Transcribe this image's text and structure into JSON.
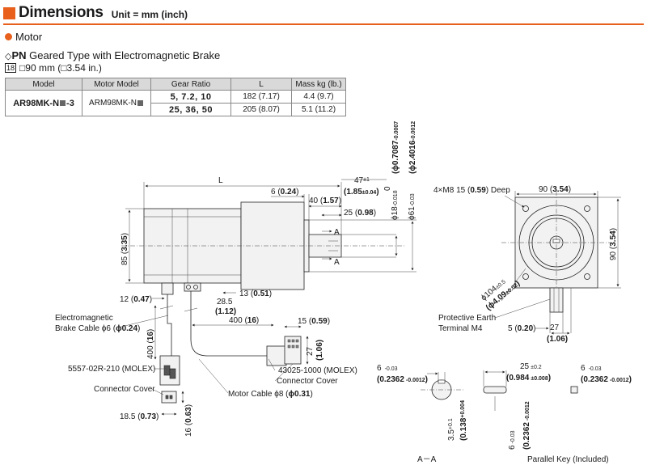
{
  "header": {
    "title": "Dimensions",
    "unit": "Unit = mm (inch)"
  },
  "section": {
    "label": "Motor"
  },
  "subtitle": {
    "prefix": "◇",
    "code": "PN",
    "text": " Geared Type with Electromagnetic Brake"
  },
  "frame": {
    "badge": "18",
    "size": "□90 mm (□3.54 in.)"
  },
  "table": {
    "headers": [
      "Model",
      "Motor Model",
      "Gear Ratio",
      "L",
      "Mass kg (lb.)"
    ],
    "model_a": "AR98MK-N",
    "model_b": "-3",
    "motor_model": "ARM98MK-N",
    "rows": [
      {
        "ratio": "5, 7.2, 10",
        "L": "182 (7.17)",
        "mass": "4.4 (9.7)"
      },
      {
        "ratio": "25, 36, 50",
        "L": "205 (8.07)",
        "mass": "5.1 (11.2)"
      }
    ]
  },
  "dims": {
    "L": "L",
    "d47": "47",
    "d47tol": "±1",
    "d47in": "(1.85",
    "d47intol": "±0.04",
    "d47close": ")",
    "d6": "6 (",
    "d6b": "0.24",
    "d6c": ")",
    "d40": "40 (",
    "d40b": "1.57",
    "d40c": ")",
    "d25": "25 (",
    "d25b": "0.98",
    "d25c": ")",
    "d85": "85 (",
    "d85b": "3.35",
    "d85c": ")",
    "d12": "12 (",
    "d12b": "0.47",
    "d12c": ")",
    "d13": "13 (",
    "d13b": "0.51",
    "d13c": ")",
    "d285": "28.5",
    "d112": "(1.12)",
    "d400a": "400 (",
    "d400ab": "16",
    "d400ac": ")",
    "d400b": "400 (",
    "d400bb": "16",
    "d400bc": ")",
    "d15": "15 (",
    "d15b": "0.59",
    "d15c": ")",
    "d27": "27",
    "d27b": "(1.06)",
    "d185": "18.5 (",
    "d185b": "0.73",
    "d185c": ")",
    "d16": "16 (",
    "d16b": "0.63",
    "d16c": ")",
    "phi18": "ϕ18",
    "phi18tol": "-0.018",
    "phi18in": "(ϕ0.7087",
    "phi18intol": "-0.0007",
    "phi61": "ϕ61",
    "phi61tol": "-0.03",
    "phi61in": "(ϕ2.4016",
    "phi61intol": "-0.0012",
    "tol0": "0",
    "aA": "A",
    "mount": "4×M8 15 (",
    "mountb": "0.59",
    "mountc": ") Deep",
    "d90a": "90 (",
    "d90ab": "3.54",
    "d90ac": ")",
    "d90b": "90 (",
    "d90bb": "3.54",
    "d90bc": ")",
    "phi104": "ϕ104",
    "phi104tol": "±0.5",
    "phi104in": "(ϕ4.09",
    "phi104intol": "±0.02",
    "phi104close": ")",
    "d5": "5 (",
    "d5b": "0.20",
    "d5c": ")",
    "d27r": "27",
    "d27rb": "(1.06)",
    "d6k": "6",
    "d6ktol": "-0.03",
    "d6kin": "(0.2362",
    "d6kintol": "-0.0012",
    "d6kclose": ")",
    "d25k": "25",
    "d25ktol": "±0.2",
    "d25kin": "(0.984",
    "d25kintol": "±0.008",
    "d25kclose": ")",
    "d35": "3.5",
    "d35tol": "+0.1",
    "d35in": "(0.138",
    "d35intol": "+0.004",
    "d6v": "6",
    "d6vtol": "-0.03",
    "d6vin": "(0.2362",
    "d6vintol": "-0.0012"
  },
  "labels": {
    "brake_cable_1": "Electromagnetic",
    "brake_cable_2": "Brake Cable ϕ6 (",
    "brake_cable_2b": "ϕ0.24",
    "brake_cable_2c": ")",
    "molex_5557": "5557-02R-210 (MOLEX)",
    "connector_cover_left": "Connector Cover",
    "motor_cable": "Motor Cable ϕ8 (",
    "motor_cable_b": "ϕ0.31",
    "motor_cable_c": ")",
    "molex_43025": "43025-1000 (MOLEX)",
    "connector_cover_right": "Connector Cover",
    "earth_1": "Protective Earth",
    "earth_2": "Terminal M4",
    "aa": "A－A",
    "parallel_key": "Parallel Key (Included)"
  },
  "colors": {
    "accent": "#e8601c"
  }
}
